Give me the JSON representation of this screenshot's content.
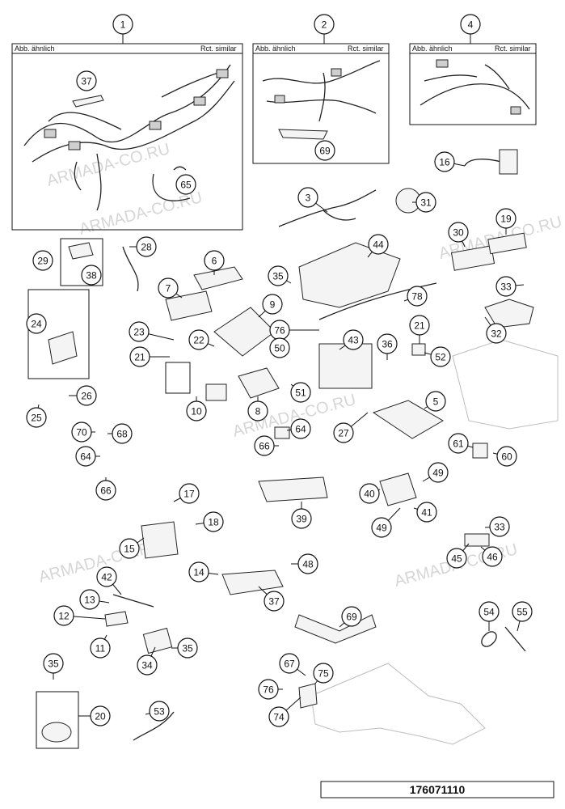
{
  "image_number": "176071110",
  "box_labels": {
    "left": "Abb. ähnlich",
    "right": "Rct. similar"
  },
  "watermark": "ARMADA-CO.RU",
  "callouts": {
    "c1": "1",
    "c2": "2",
    "c4": "4",
    "c37a": "37",
    "c65": "65",
    "c69a": "69",
    "c16": "16",
    "c3": "3",
    "c31": "31",
    "c19": "19",
    "c30": "30",
    "c29": "29",
    "c38": "38",
    "c28": "28",
    "c6": "6",
    "c7": "7",
    "c44": "44",
    "c35a": "35",
    "c33a": "33",
    "c78": "78",
    "c32": "32",
    "c24": "24",
    "c9": "9",
    "c23": "23",
    "c22": "22",
    "c76a": "76",
    "c50": "50",
    "c43": "43",
    "c36": "36",
    "c21a": "21",
    "c21b": "21",
    "c52": "52",
    "c10": "10",
    "c8": "8",
    "c51": "51",
    "c26": "26",
    "c25": "25",
    "c5": "5",
    "c70": "70",
    "c68": "68",
    "c64a": "64",
    "c64b": "64",
    "c66a": "66",
    "c66b": "66",
    "c27": "27",
    "c61": "61",
    "c60": "60",
    "c49a": "49",
    "c49b": "49",
    "c40": "40",
    "c41": "41",
    "c39": "39",
    "c17": "17",
    "c18": "18",
    "c15": "15",
    "c33b": "33",
    "c45": "45",
    "c46": "46",
    "c42": "42",
    "c14": "14",
    "c48": "48",
    "c13": "13",
    "c37b": "37",
    "c12": "12",
    "c54": "54",
    "c55": "55",
    "c69b": "69",
    "c11": "11",
    "c35b": "35",
    "c34": "34",
    "c35c": "35",
    "c67": "67",
    "c75": "75",
    "c76b": "76",
    "c74": "74",
    "c20": "20",
    "c53": "53"
  }
}
